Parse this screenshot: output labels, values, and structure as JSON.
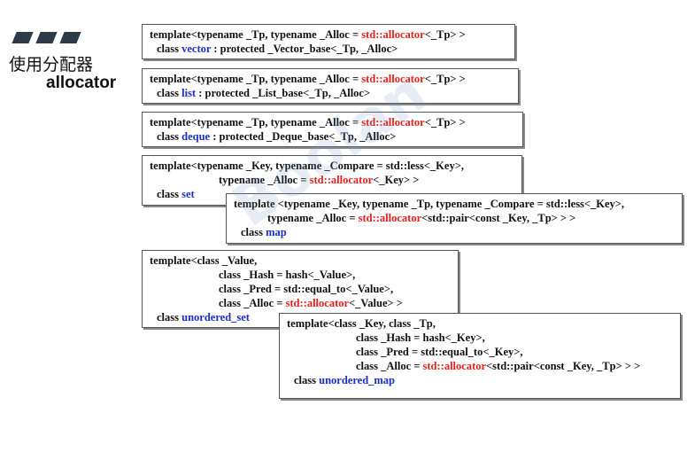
{
  "heading": {
    "zh": "使用分配器",
    "en": "allocator"
  },
  "watermark": "Boolan",
  "boxes": {
    "vector": {
      "l1a": "template<typename _Tp, typename _Alloc = ",
      "l1r": "std::allocator",
      "l1b": "<_Tp> >",
      "l2a": "class ",
      "l2k": "vector",
      "l2b": " : protected _Vector_base<_Tp, _Alloc>"
    },
    "list": {
      "l1a": "template<typename _Tp, typename _Alloc = ",
      "l1r": "std::allocator",
      "l1b": "<_Tp> >",
      "l2a": "class ",
      "l2k": "list",
      "l2b": " : protected _List_base<_Tp, _Alloc>"
    },
    "deque": {
      "l1a": "template<typename _Tp, typename _Alloc = ",
      "l1r": "std::allocator",
      "l1b": "<_Tp> >",
      "l2a": "class ",
      "l2k": "deque",
      "l2b": " : protected _Deque_base<_Tp, _Alloc>"
    },
    "set": {
      "l1": "template<typename _Key, typename _Compare = std::less<_Key>,",
      "l2a": "typename _Alloc = ",
      "l2r": "std::allocator",
      "l2b": "<_Key> >",
      "l3a": "class ",
      "l3k": "set"
    },
    "map": {
      "l1": "template <typename _Key, typename _Tp, typename _Compare = std::less<_Key>,",
      "l2a": "typename _Alloc = ",
      "l2r": "std::allocator",
      "l2b": "<std::pair<const _Key, _Tp> > >",
      "l3a": "class ",
      "l3k": "map"
    },
    "unordered_set": {
      "l1": "template<class _Value,",
      "l2": "class _Hash = hash<_Value>,",
      "l3": "class _Pred = std::equal_to<_Value>,",
      "l4a": "class _Alloc = ",
      "l4r": "std::allocator",
      "l4b": "<_Value> >",
      "l5a": "class ",
      "l5k": "unordered_set"
    },
    "unordered_map": {
      "l1": "template<class _Key, class _Tp,",
      "l2": "class _Hash = hash<_Key>,",
      "l3": "class _Pred = std::equal_to<_Key>,",
      "l4a": "class _Alloc = ",
      "l4r": "std::allocator",
      "l4b": "<std::pair<const _Key, _Tp> > >",
      "l5a": "class ",
      "l5k": "unordered_map"
    }
  }
}
